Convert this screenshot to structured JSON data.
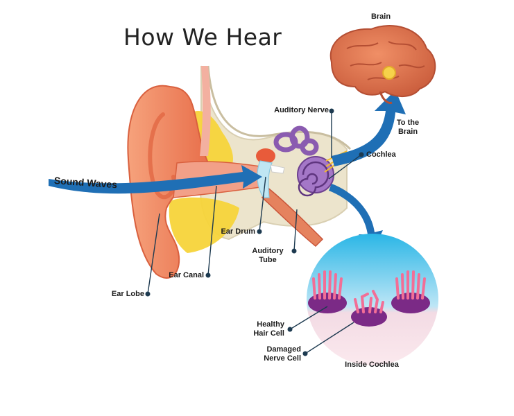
{
  "title": "How We Hear",
  "labels": {
    "sound_waves": "Sound Waves",
    "brain": "Brain",
    "auditory_nerve": "Auditory Nerve",
    "to_the_brain": "To the\nBrain",
    "cochlea": "Cochlea",
    "ear_drum": "Ear Drum",
    "auditory_tube": "Auditory\nTube",
    "ear_canal": "Ear Canal",
    "ear_lobe": "Ear Lobe",
    "healthy_hair_cell": "Healthy\nHair Cell",
    "damaged_nerve_cell": "Damaged\nNerve Cell",
    "inside_cochlea": "Inside Cochlea"
  },
  "colors": {
    "arrow_blue": "#1f6fb5",
    "ear_skin": "#f08a62",
    "fat_yellow": "#f7d43a",
    "bone_beige": "#ece4cc",
    "cochlea_purple": "#8a5bb0",
    "brain": "#e07a52",
    "leader_dark": "#1d3a50"
  }
}
